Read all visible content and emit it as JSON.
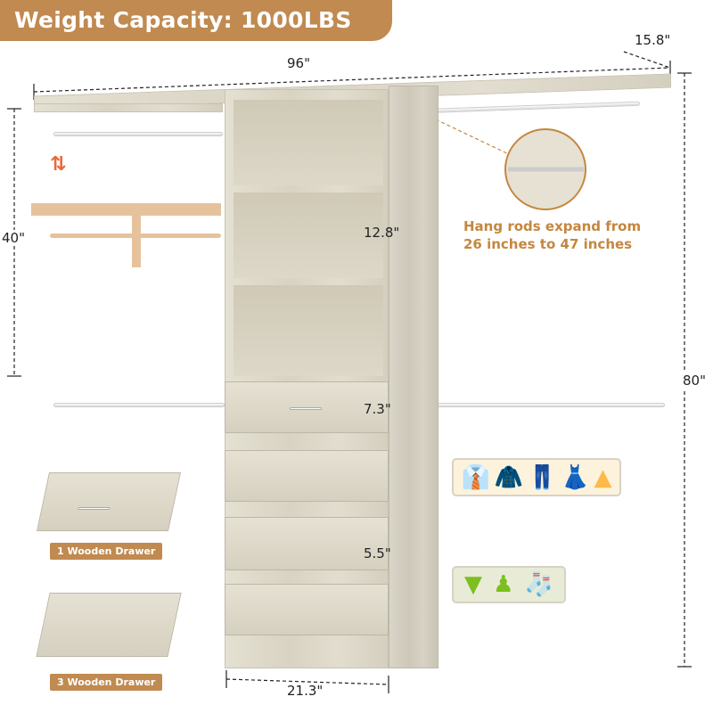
{
  "banner": {
    "title": "Weight Capacity: 1000LBS"
  },
  "dimensions": {
    "width": "96\"",
    "depth": "15.8\"",
    "adjust_height": "40\"",
    "shelf_gap": "12.8\"",
    "drawer_top": "7.3\"",
    "drawer_gap": "5.5\"",
    "total_height": "80\"",
    "tower_width": "21.3\""
  },
  "callout": {
    "line1": "Hang rods expand from",
    "line2": "26 inches to 47 inches"
  },
  "drawers": [
    {
      "label": "1 Wooden Drawer"
    },
    {
      "label": "3 Wooden Drawer"
    }
  ],
  "icons": {
    "hanging": [
      "shirt-icon",
      "jacket-icon",
      "pants-icon",
      "dress-icon",
      "skirt-icon"
    ],
    "folded": [
      "underwear-icon",
      "baby-onesie-icon",
      "sock-icon"
    ]
  },
  "colors": {
    "brand": "#c08a50",
    "hanging_icons": "#fdb94a",
    "folded_icons": "#7cbf1e",
    "adjust_arrows": "#e86a3c"
  }
}
